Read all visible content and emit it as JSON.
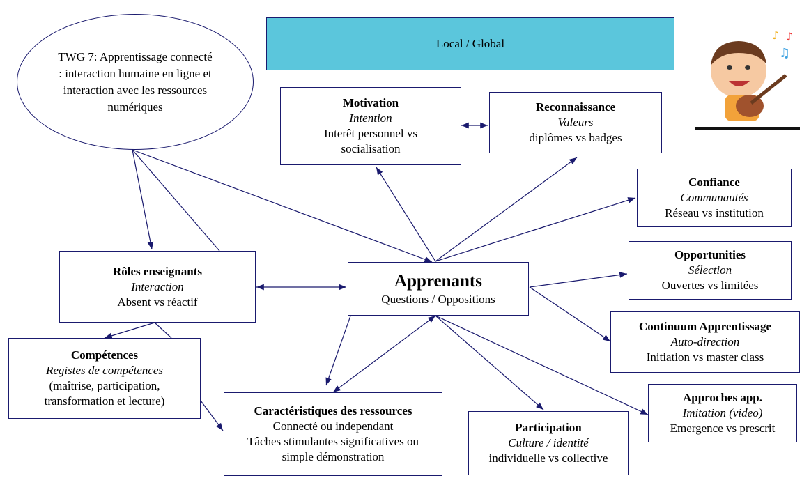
{
  "ellipse": {
    "text": "TWG 7: Apprentissage connecté : interaction humaine en ligne et interaction avec les ressources numériques"
  },
  "banner": {
    "text": "Local / Global"
  },
  "center": {
    "title": "Apprenants",
    "subtitle": "Questions / Oppositions"
  },
  "motivation": {
    "title": "Motivation",
    "sub": "Intention",
    "line": "Interêt personnel  vs socialisation"
  },
  "reconnaissance": {
    "title": "Reconnaissance",
    "sub": "Valeurs",
    "line": "diplômes vs badges"
  },
  "confiance": {
    "title": "Confiance",
    "sub": "Communautés",
    "line": "Réseau vs institution"
  },
  "opportunities": {
    "title": "Opportunities",
    "sub": "Sélection",
    "line": "Ouvertes vs limitées"
  },
  "continuum": {
    "title": "Continuum Apprentissage",
    "sub": "Auto-direction",
    "line": "Initiation vs master class"
  },
  "approches": {
    "title": "Approches app.",
    "sub": "Imitation (video)",
    "line": "Emergence vs prescrit"
  },
  "participation": {
    "title": "Participation",
    "sub": "Culture / identité",
    "line": "individuelle vs collective"
  },
  "caracteristiques": {
    "title": "Caractéristiques des ressources",
    "line1": "Connecté ou independant",
    "line2": "Tâches stimulantes significatives ou simple démonstration"
  },
  "competences": {
    "title": "Compétences",
    "sub": "Registes de compétences",
    "line": "(maîtrise, participation, transformation et lecture)"
  },
  "roles": {
    "title": "Rôles enseignants",
    "sub": "Interaction",
    "line": "Absent vs réactif"
  },
  "colors": {
    "banner": "#5bc6dc",
    "border": "#1a1a6e",
    "arrow": "#1a1a6e"
  },
  "icons": {
    "illustration": "guitar-boy-illustration"
  }
}
